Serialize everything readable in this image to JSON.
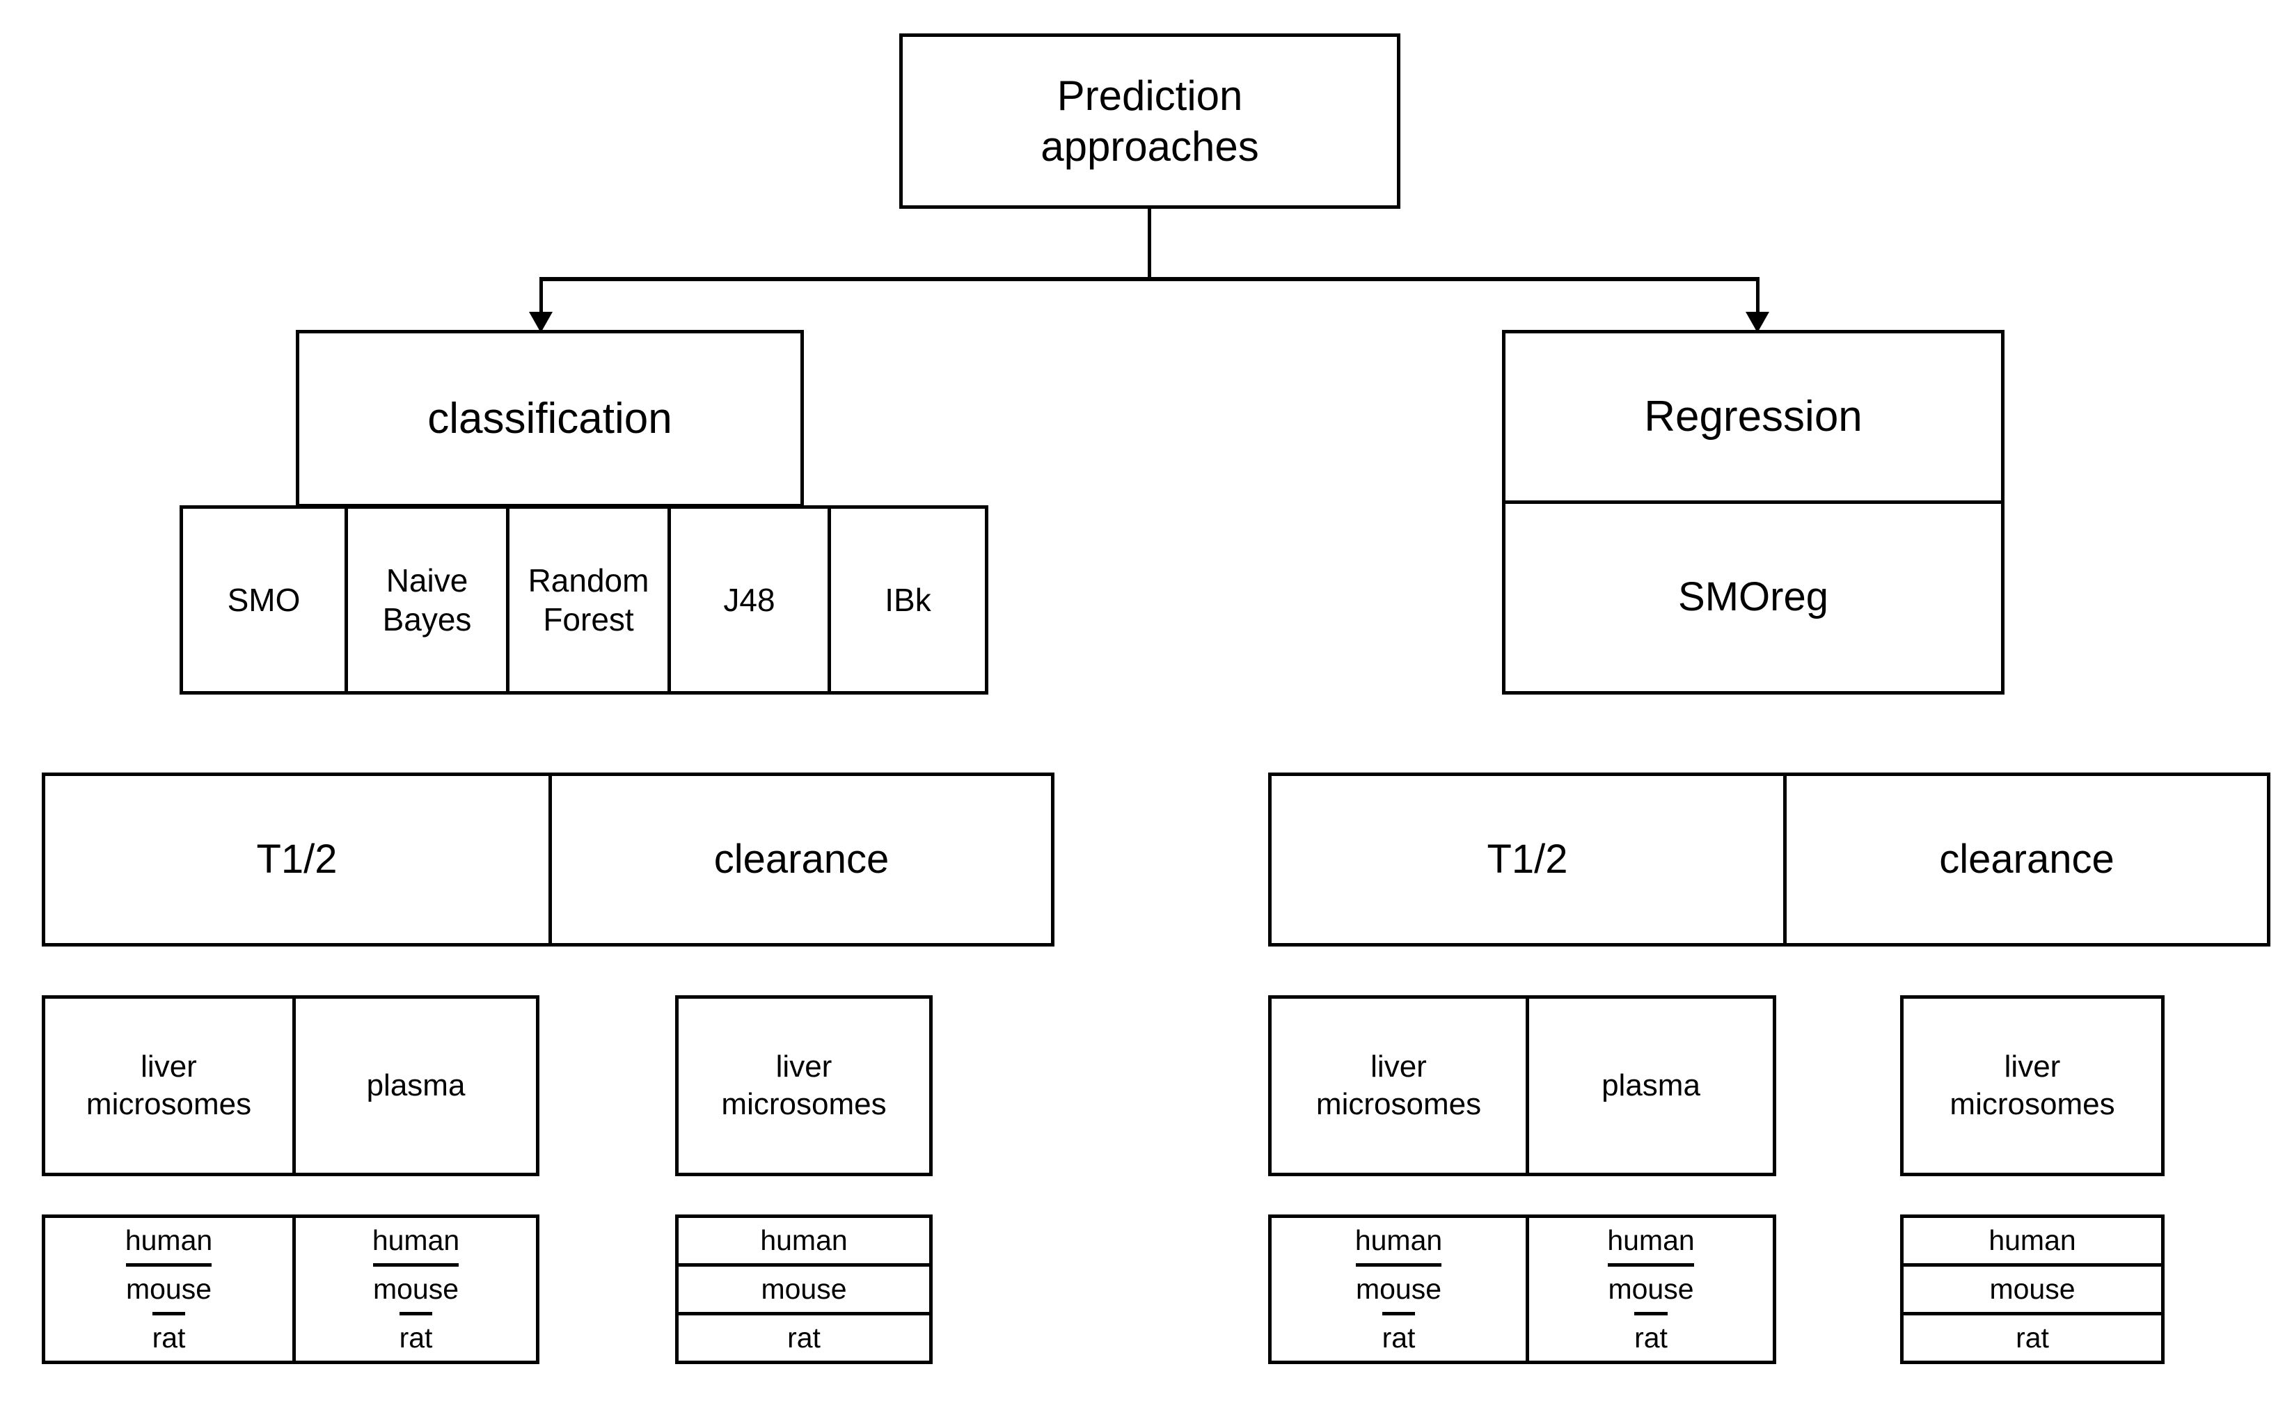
{
  "diagram": {
    "title": "Prediction approaches",
    "root": {
      "label": "Prediction approaches",
      "line1": "Prediction",
      "line2": "approaches"
    },
    "branches": [
      {
        "key": "classification",
        "label": "classification",
        "algorithms": [
          {
            "label": "SMO",
            "line1": "SMO",
            "line2": ""
          },
          {
            "label": "Naive Bayes",
            "line1": "Naive",
            "line2": "Bayes"
          },
          {
            "label": "Random Forest",
            "line1": "Random",
            "line2": "Forest"
          },
          {
            "label": "J48",
            "line1": "J48",
            "line2": ""
          },
          {
            "label": "IBk",
            "line1": "IBk",
            "line2": ""
          }
        ]
      },
      {
        "key": "regression",
        "label": "Regression",
        "algorithms": [
          {
            "label": "SMOreg",
            "line1": "SMOreg",
            "line2": ""
          }
        ]
      }
    ],
    "panels": [
      {
        "key": "classification-endpoints",
        "endpoints": [
          {
            "label": "T1/2"
          },
          {
            "label": "clearance"
          }
        ],
        "t12_matrices": [
          {
            "line1": "liver",
            "line2": "microsomes",
            "label": "liver microsomes"
          },
          {
            "line1": "plasma",
            "line2": "",
            "label": "plasma"
          }
        ],
        "clearance_matrices": [
          {
            "line1": "liver",
            "line2": "microsomes",
            "label": "liver microsomes"
          }
        ],
        "t12_species": [
          [
            "human",
            "mouse",
            "rat"
          ],
          [
            "human",
            "mouse",
            "rat"
          ]
        ],
        "clearance_species": [
          [
            "human",
            "mouse",
            "rat"
          ]
        ]
      },
      {
        "key": "regression-endpoints",
        "endpoints": [
          {
            "label": "T1/2"
          },
          {
            "label": "clearance"
          }
        ],
        "t12_matrices": [
          {
            "line1": "liver",
            "line2": "microsomes",
            "label": "liver microsomes"
          },
          {
            "line1": "plasma",
            "line2": "",
            "label": "plasma"
          }
        ],
        "clearance_matrices": [
          {
            "line1": "liver",
            "line2": "microsomes",
            "label": "liver microsomes"
          }
        ],
        "t12_species": [
          [
            "human",
            "mouse",
            "rat"
          ],
          [
            "human",
            "mouse",
            "rat"
          ]
        ],
        "clearance_species": [
          [
            "human",
            "mouse",
            "rat"
          ]
        ]
      }
    ],
    "colors": {
      "stroke": "#000000",
      "fill": "#ffffff",
      "text": "#000000"
    }
  }
}
